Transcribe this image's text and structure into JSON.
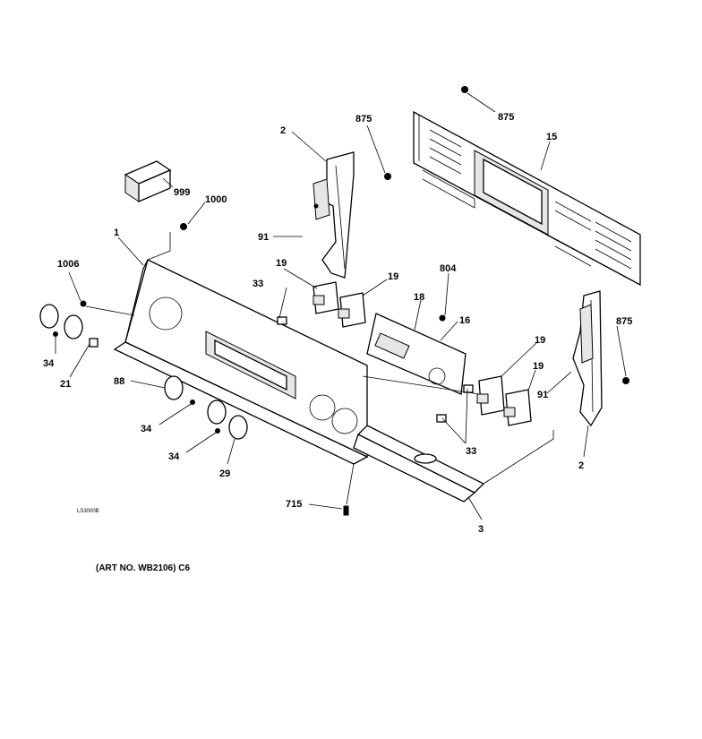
{
  "diagram": {
    "drawing_code": "LS3000B",
    "caption": "(ART NO. WB2106) C6",
    "callouts": {
      "c_875a": "875",
      "c_875b": "875",
      "c_875c": "875",
      "c_15": "15",
      "c_2a": "2",
      "c_2b": "2",
      "c_999": "999",
      "c_1000": "1000",
      "c_1": "1",
      "c_91a": "91",
      "c_91b": "91",
      "c_1006": "1006",
      "c_19a": "19",
      "c_19b": "19",
      "c_19c": "19",
      "c_19d": "19",
      "c_33a": "33",
      "c_33b": "33",
      "c_804": "804",
      "c_18": "18",
      "c_16": "16",
      "c_34a": "34",
      "c_34b": "34",
      "c_34c": "34",
      "c_21": "21",
      "c_88": "88",
      "c_29": "29",
      "c_715": "715",
      "c_3": "3"
    }
  }
}
